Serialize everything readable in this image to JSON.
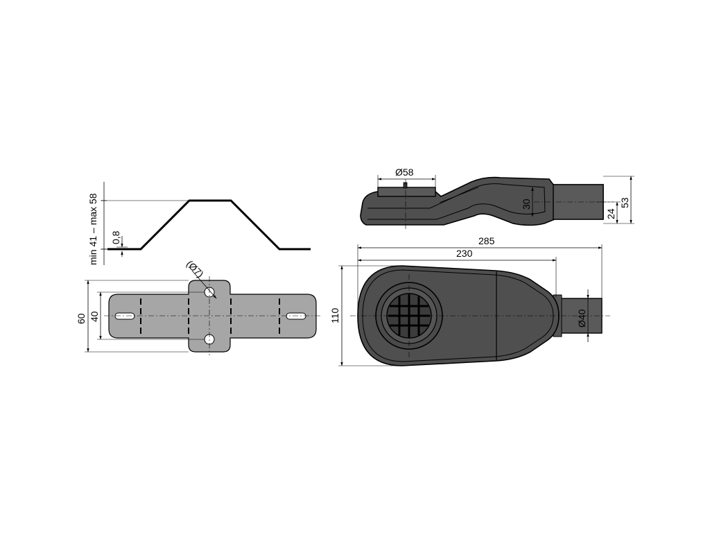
{
  "bracket_profile": {
    "height_range_label": "min 41 – max 58",
    "thickness_label": "0,8"
  },
  "bracket_plan": {
    "hole_label": "(Ø7)",
    "width_outer_label": "60",
    "width_inner_label": "40"
  },
  "drain_side": {
    "grate_diameter_label": "Ø58",
    "outlet_height_label": "30",
    "outlet_center_label": "24",
    "overall_height_label": "53"
  },
  "drain_top": {
    "overall_length_label": "285",
    "body_length_label": "230",
    "width_label": "110",
    "outlet_diameter_label": "Ø40"
  }
}
